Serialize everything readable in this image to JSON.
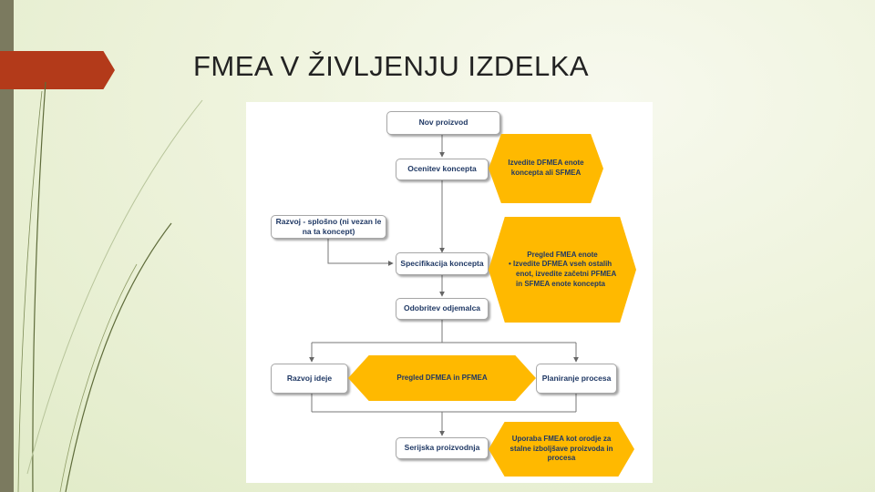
{
  "slide": {
    "title": "FMEA V ŽIVLJENJU IZDELKA"
  },
  "diagram": {
    "process": {
      "nov_proizvod": "Nov proizvod",
      "ocenitev_koncepta": "Ocenitev koncepta",
      "razvoj_splosno": "Razvoj - splošno (ni vezan le na ta koncept)",
      "specifikacija_koncepta": "Specifikacija koncepta",
      "odobritev_odjemalca": "Odobritev odjemalca",
      "razvoj_ideje": "Razvoj ideje",
      "planiranje_procesa": "Planiranje procesa",
      "serijska_proizvodnja": "Serijska proizvodnja"
    },
    "actions": {
      "a1": "Izvedite DFMEA enote koncepta ali SFMEA",
      "a2_title": "Pregled FMEA enote",
      "a2_bullet": "• Izvedite DFMEA vseh ostalih enot, izvedite začetni PFMEA in SFMEA enote koncepta",
      "a3": "Pregled DFMEA in PFMEA",
      "a4": "Uporaba FMEA kot orodje za stalne izboljšave proizvoda in procesa"
    },
    "colors": {
      "action_fill": "#ffb900",
      "text": "#1f3864",
      "accent": "#b33a1a"
    }
  }
}
